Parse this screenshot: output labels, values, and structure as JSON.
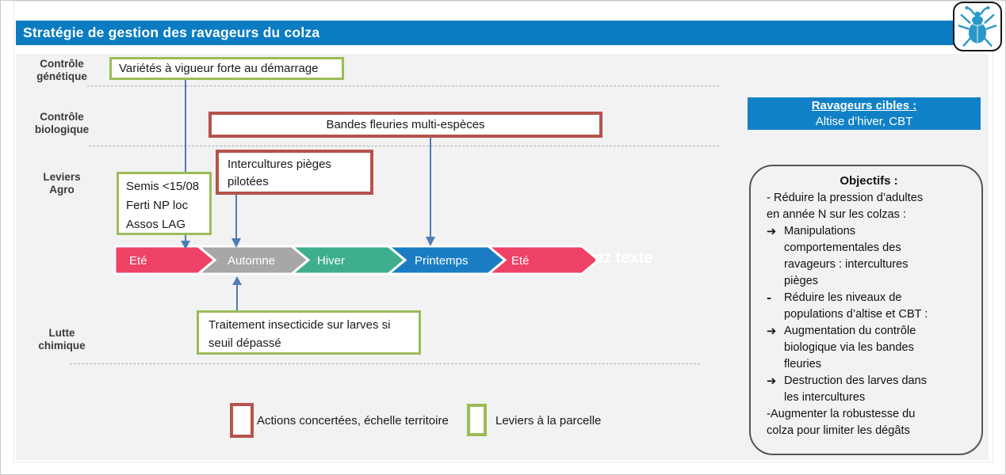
{
  "title": "Stratégie de gestion des ravageurs du colza",
  "rows": [
    {
      "label": "Contrôle\ngénétique"
    },
    {
      "label": "Contrôle\nbiologique"
    },
    {
      "label": "Leviers\nAgro"
    },
    {
      "label": "Lutte\nchimique"
    }
  ],
  "boxes": [
    {
      "text": "Variétés à vigueur forte au démarrage",
      "style": "parcelle"
    },
    {
      "text": "Bandes fleuries multi-espèces",
      "style": "territoire"
    },
    {
      "text": "Intercultures pièges\npilotées",
      "style": "territoire"
    },
    {
      "text": "Semis <15/08\nFerti NP loc\nAssos LAG",
      "style": "parcelle"
    },
    {
      "text": "Traitement insecticide sur larves si\nseuil dépassé",
      "style": "parcelle"
    }
  ],
  "timeline": {
    "seasons": [
      {
        "label": "Eté",
        "color": "#EE4266"
      },
      {
        "label": "Automne",
        "color": "#A7A7A7"
      },
      {
        "label": "Hiver",
        "color": "#3FAE8E"
      },
      {
        "label": "Printemps",
        "color": "#1A7DC3"
      },
      {
        "label": "Eté",
        "color": "#EE4266"
      }
    ],
    "ghost_text": "ez texte"
  },
  "target_pests": {
    "title": "Ravageurs cibles :",
    "text": "Altise d’hiver, CBT"
  },
  "objectives": {
    "title": "Objectifs :",
    "items": [
      {
        "bullet": "",
        "text": "- Réduire la pression d’adultes\nen année N sur les colzas :"
      },
      {
        "bullet": "➔",
        "text": "Manipulations\ncomportementales des\nravageurs : intercultures\npièges"
      },
      {
        "bullet": "-",
        "text": "Réduire les niveaux de\npopulations d’altise et CBT :"
      },
      {
        "bullet": "➔",
        "text": "Augmentation du contrôle\nbiologique via les bandes\nfleuries"
      },
      {
        "bullet": "➔",
        "text": "Destruction des larves dans\nles intercultures"
      },
      {
        "bullet": "",
        "text": "-Augmenter la robustesse du\ncolza pour limiter les dégâts"
      }
    ]
  },
  "legend": [
    {
      "label": "Actions concertées, échelle territoire"
    },
    {
      "label": "Leviers à la parcelle"
    }
  ],
  "colors": {
    "title_bar": "#0B7CC2",
    "target_pests_bg": "#1181C7",
    "parcel_border_green": "#9BBB59",
    "territory_border_red": "#B5534C",
    "arrow_blue": "#4E7CB5",
    "content_bg": "#F2F2F2",
    "beetle_blue": "#2B97C8"
  }
}
